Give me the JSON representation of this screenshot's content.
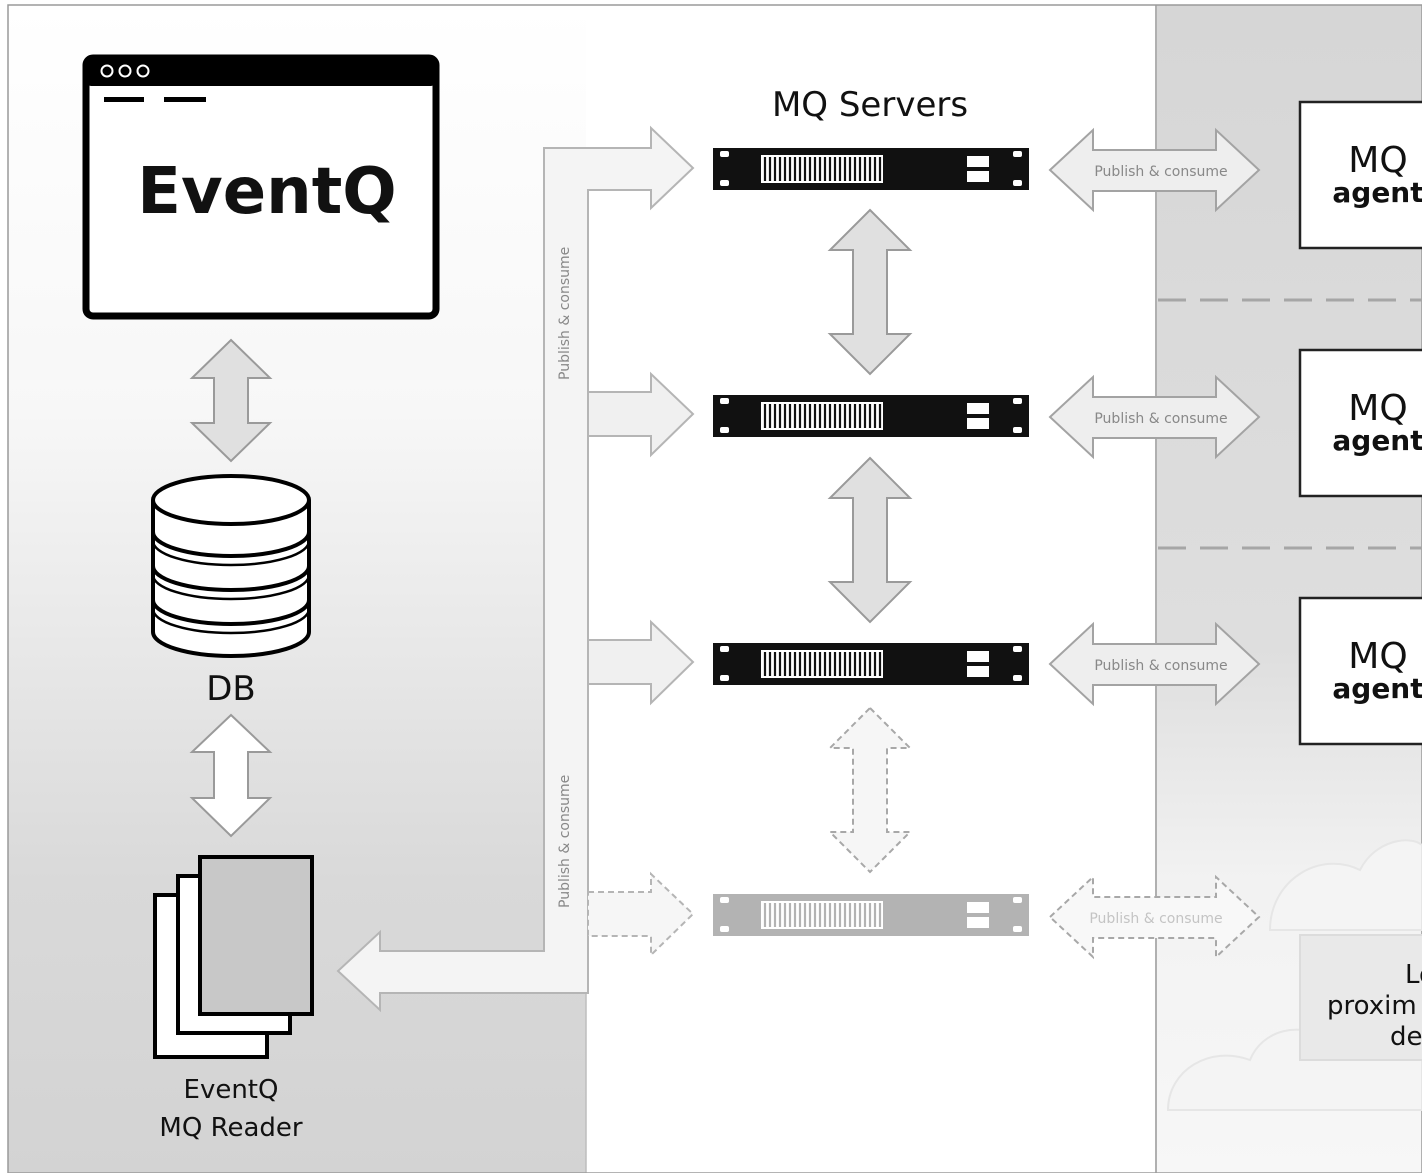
{
  "app": {
    "title": "EventQ"
  },
  "db": {
    "label": "DB"
  },
  "reader": {
    "line1": "EventQ",
    "line2": "MQ Reader"
  },
  "mq": {
    "heading": "MQ Servers",
    "publish_label": "Publish & consume",
    "agents": [
      {
        "line1": "MQ",
        "line2": "agent"
      },
      {
        "line1": "MQ",
        "line2": "agent"
      },
      {
        "line1": "MQ",
        "line2": "agent"
      }
    ]
  },
  "cloud_box": {
    "line1": "Lo",
    "line2": "proxim",
    "line3": "de"
  },
  "colors": {
    "left_panel_top": "#ffffff",
    "left_panel_bottom": "#d6d6d6",
    "right_panel": "#d9d9d9",
    "arrow_fill": "#e0e0e0",
    "arrow_stroke": "#9a9a9a",
    "server_black": "#111111",
    "server_faded": "#b3b3b3"
  },
  "icons": [
    "browser-window-icon",
    "database-icon",
    "documents-icon",
    "server-rack-icon",
    "cloud-icon",
    "double-arrow-icon"
  ]
}
